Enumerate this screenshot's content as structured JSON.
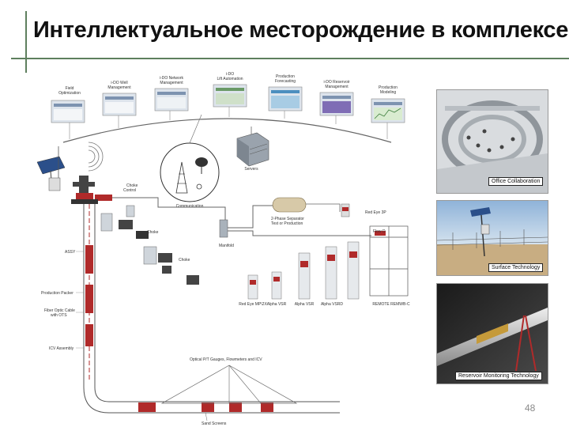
{
  "slide": {
    "title": "Интеллектуальное месторождение в комплексе",
    "page_number": "48"
  },
  "modules": [
    {
      "line1": "Field",
      "line2": "Optimization"
    },
    {
      "line1": "i-DO Well",
      "line2": "Management"
    },
    {
      "line1": "i-DO Network",
      "line2": "Management"
    },
    {
      "line1": "i-DO",
      "line2": "Lift Automation"
    },
    {
      "line1": "Production",
      "line2": "Forecasting"
    },
    {
      "line1": "i-DO Reservoir",
      "line2": "Management"
    },
    {
      "line1": "Production",
      "line2": "Modeling"
    }
  ],
  "labels": {
    "servers": "Servers",
    "communication": "Communication",
    "choke_line1": "Choke",
    "choke_line2": "Control",
    "separator_line1": "2-Phase Separator",
    "separator_line2": "Test or Production",
    "red_eye": "Red Eye 3P",
    "flow_device": "Flow D",
    "manifold": "Manifold",
    "well_device_1": "Choke",
    "well_device_2": "Choke",
    "assy": "ASSY",
    "production_packer": "Production Packer",
    "fiber_optic_line1": "Fiber Optic Cable",
    "fiber_optic_line2": "with OTS",
    "icv_line": "ICV Assembly",
    "optical_gauges": "Optical P/T Gauges, Flowmeters and ICV",
    "sand_screens": "Sand Screens",
    "meters": [
      "Red Eye MP\\2X",
      "Alpha VSR",
      "Alpha VSR",
      "Alpha VSRD",
      "REMOTE\nREMWB-C"
    ]
  },
  "photos": [
    {
      "caption": "Office Collaboration"
    },
    {
      "caption": "Surface Technology"
    },
    {
      "caption": "Reservoir Monitoring Technology"
    }
  ]
}
